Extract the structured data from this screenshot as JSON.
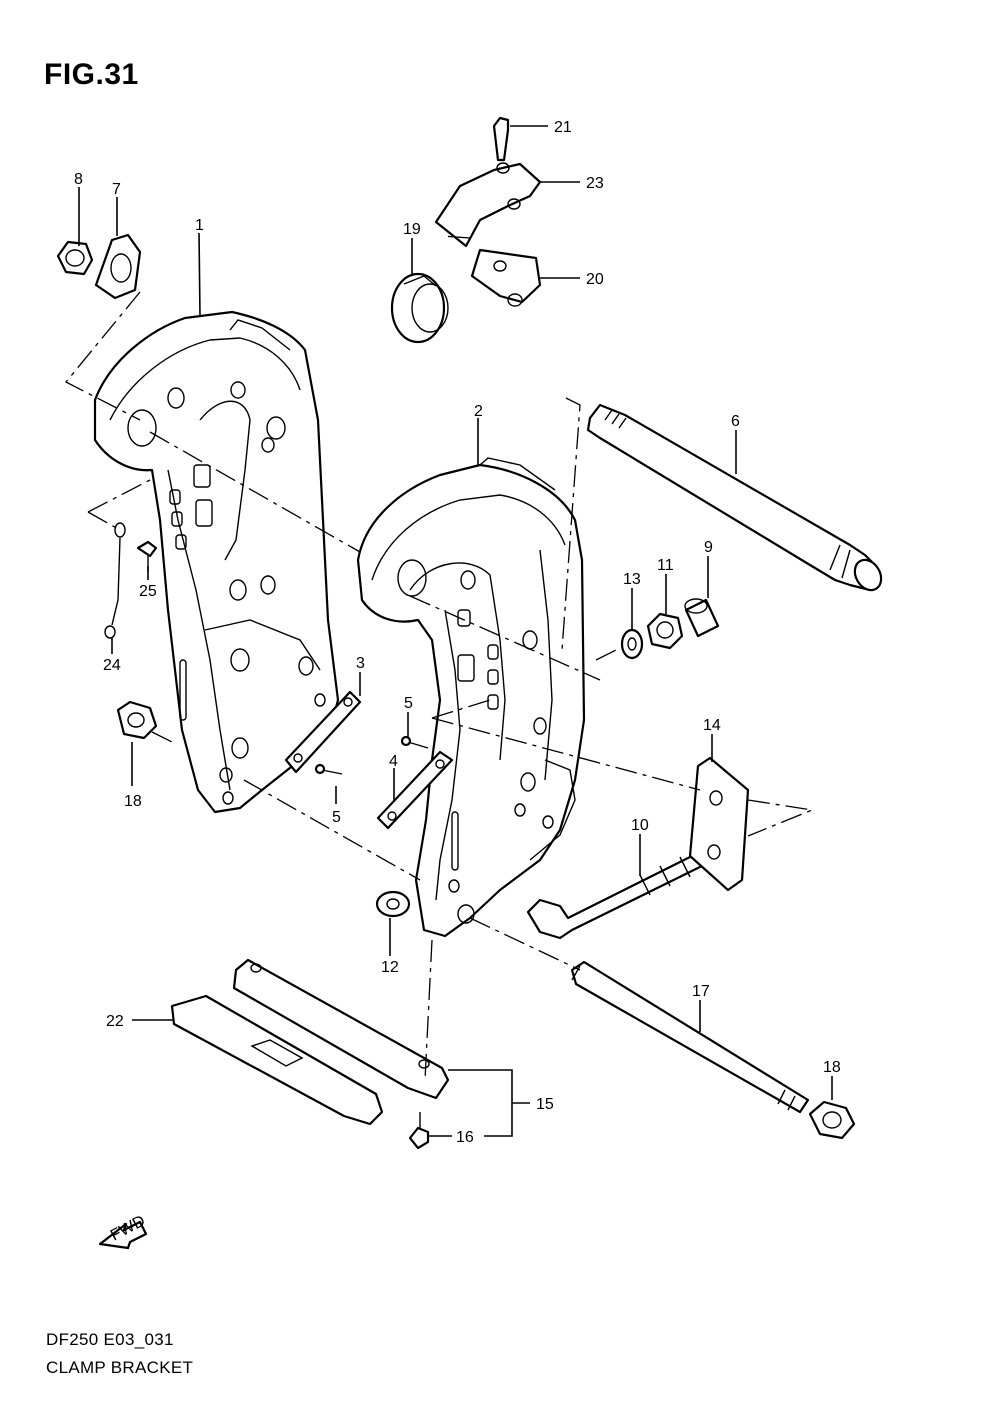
{
  "figure": {
    "title": "FIG.31",
    "model_code": "DF250 E03_031",
    "name": "CLAMP BRACKET",
    "fwd_label": "FWD"
  },
  "callouts": [
    {
      "id": "c1",
      "label": "1"
    },
    {
      "id": "c2",
      "label": "2"
    },
    {
      "id": "c3",
      "label": "3"
    },
    {
      "id": "c4",
      "label": "4"
    },
    {
      "id": "c5a",
      "label": "5"
    },
    {
      "id": "c5b",
      "label": "5"
    },
    {
      "id": "c6",
      "label": "6"
    },
    {
      "id": "c7",
      "label": "7"
    },
    {
      "id": "c8",
      "label": "8"
    },
    {
      "id": "c9",
      "label": "9"
    },
    {
      "id": "c10",
      "label": "10"
    },
    {
      "id": "c11",
      "label": "11"
    },
    {
      "id": "c12",
      "label": "12"
    },
    {
      "id": "c13",
      "label": "13"
    },
    {
      "id": "c14",
      "label": "14"
    },
    {
      "id": "c15",
      "label": "15"
    },
    {
      "id": "c16",
      "label": "16"
    },
    {
      "id": "c17",
      "label": "17"
    },
    {
      "id": "c18a",
      "label": "18"
    },
    {
      "id": "c18b",
      "label": "18"
    },
    {
      "id": "c19",
      "label": "19"
    },
    {
      "id": "c20",
      "label": "20"
    },
    {
      "id": "c21",
      "label": "21"
    },
    {
      "id": "c22",
      "label": "22"
    },
    {
      "id": "c23",
      "label": "23"
    },
    {
      "id": "c24",
      "label": "24"
    },
    {
      "id": "c25",
      "label": "25"
    }
  ]
}
